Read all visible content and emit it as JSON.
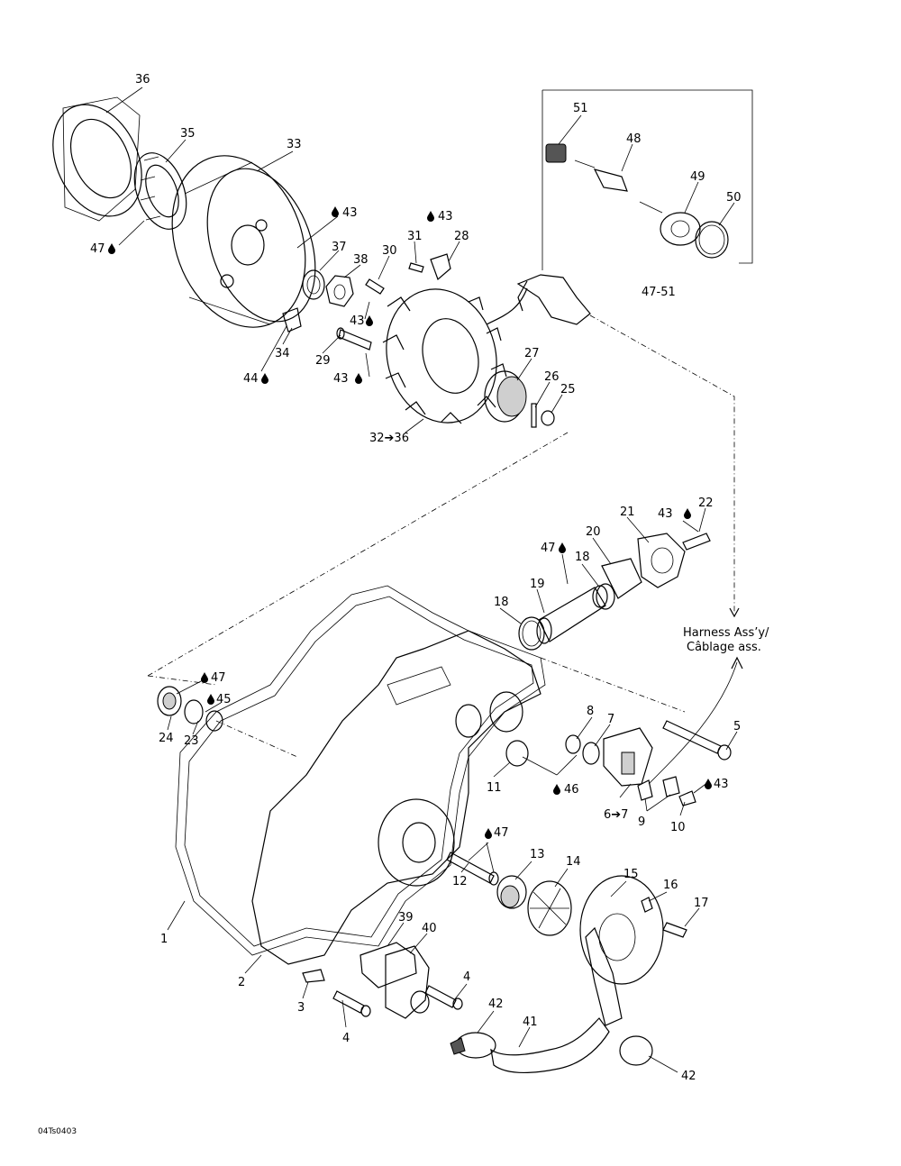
{
  "callouts": {
    "c36": "36",
    "c35": "35",
    "c33": "33",
    "c47a": "47",
    "c43a": "43",
    "c37": "37",
    "c38": "38",
    "c30": "30",
    "c31": "31",
    "c43b": "43",
    "c28": "28",
    "c43c": "43",
    "c34": "34",
    "c29": "29",
    "c44": "44",
    "c43d": "43",
    "c27": "27",
    "c26": "26",
    "c25": "25",
    "c32_36": "32➔36",
    "c51": "51",
    "c48": "48",
    "c49": "49",
    "c50": "50",
    "c47_51": "47-51",
    "c22": "22",
    "c43e": "43",
    "c21": "21",
    "c20": "20",
    "c47b": "47",
    "c18a": "18",
    "c19": "19",
    "c18b": "18",
    "harness1": "Harness Ass’y/",
    "harness2": "Câblage ass.",
    "c47c": "47",
    "c45": "45",
    "c24": "24",
    "c23": "23",
    "c8": "8",
    "c7": "7",
    "c5": "5",
    "c11": "11",
    "c46": "46",
    "c43f": "43",
    "c6_7": "6➔7",
    "c9": "9",
    "c10": "10",
    "c47d": "47",
    "c13": "13",
    "c14": "14",
    "c15": "15",
    "c16": "16",
    "c17": "17",
    "c12": "12",
    "c1": "1",
    "c39": "39",
    "c40": "40",
    "c2": "2",
    "c3": "3",
    "c4a": "4",
    "c4b": "4",
    "c42a": "42",
    "c41": "41",
    "c42b": "42",
    "figure_code": "04Ts0403"
  }
}
